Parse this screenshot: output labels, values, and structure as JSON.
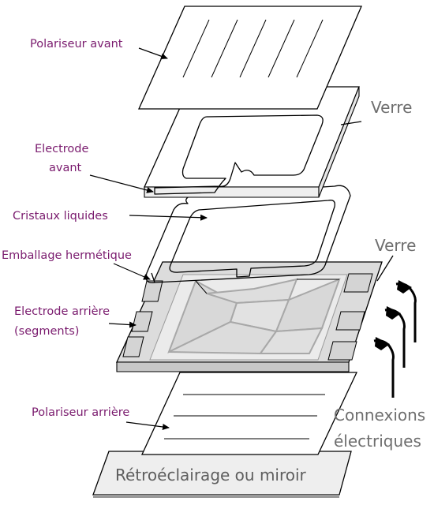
{
  "labels": {
    "polariseur_avant": "Polariseur avant",
    "electrode_avant_line1": "Electrode",
    "electrode_avant_line2": "avant",
    "cristaux_liquides": "Cristaux liquides",
    "emballage_hermetique": "Emballage hermétique",
    "electrode_arriere_line1": "Electrode arrière",
    "electrode_arriere_line2": "(segments)",
    "polariseur_arriere": "Polariseur arrière",
    "verre_top": "Verre",
    "verre_bottom": "Verre",
    "connexions_line1": "Connexions",
    "connexions_line2": "électriques",
    "retroeclairage": "Rétroéclairage ou miroir"
  },
  "colors": {
    "label_purple": "#7a1b6e",
    "label_gray": "#6e6e6e",
    "glass_gray": "#dcdcdc",
    "segment_gray": "#c0c0c0",
    "backlight_fill": "#eeeeee"
  }
}
